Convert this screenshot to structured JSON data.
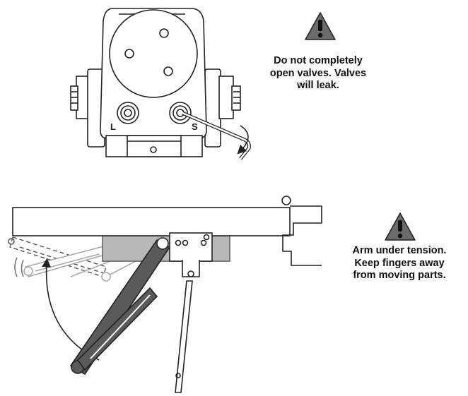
{
  "warnings": [
    {
      "icon": "warning-triangle-icon",
      "lines": [
        "Do not completely",
        "open valves. Valves",
        "will leak."
      ]
    },
    {
      "icon": "warning-triangle-icon",
      "lines": [
        "Arm under tension.",
        "Keep fingers away",
        "from moving parts."
      ]
    }
  ],
  "valve_labels": {
    "left": "L",
    "right": "S"
  },
  "colors": {
    "line": "#222222",
    "ghost": "#a8a8a8",
    "arm_fill": "#5a5a5a",
    "warning_fill": "#6b6b6b"
  }
}
